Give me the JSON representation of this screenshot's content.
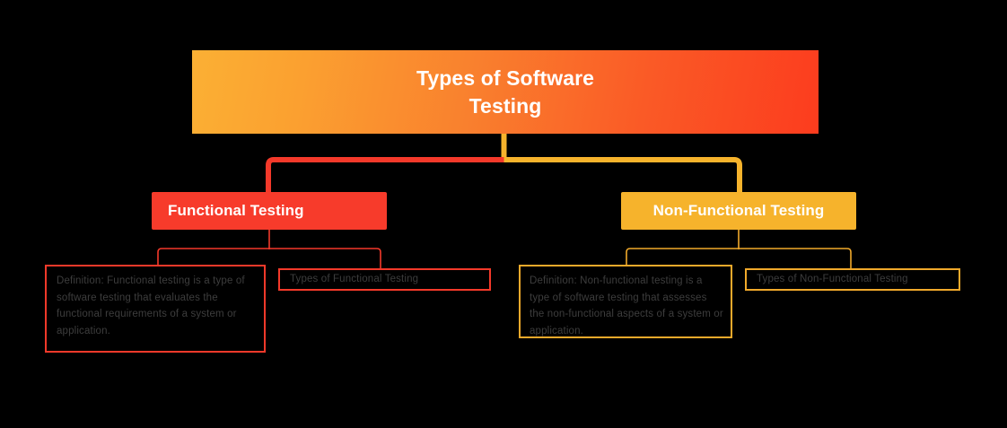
{
  "diagram": {
    "title": "Types of Software\nTesting",
    "background_color": "#000000",
    "palette": {
      "gradient_start": "#FBB034",
      "gradient_end": "#FC3C1E",
      "red": "#F73B2B",
      "amber": "#F6B32C",
      "red_border": "#F4392A",
      "amber_border": "#F0A92B",
      "body_text": "#3d3d3d",
      "heading_text": "#FFFFFF"
    },
    "branches": {
      "functional": {
        "label": "Functional Testing",
        "definition": "Definition: Functional testing is a type of software testing that evaluates the functional requirements of a system or application.",
        "types_label": "Types of Functional Testing"
      },
      "non_functional": {
        "label": "Non-Functional Testing",
        "definition": "Definition: Non-functional testing is a type of software testing that assesses the non-functional aspects of a system or application.",
        "types_label": "Types of Non-Functional Testing"
      }
    }
  }
}
